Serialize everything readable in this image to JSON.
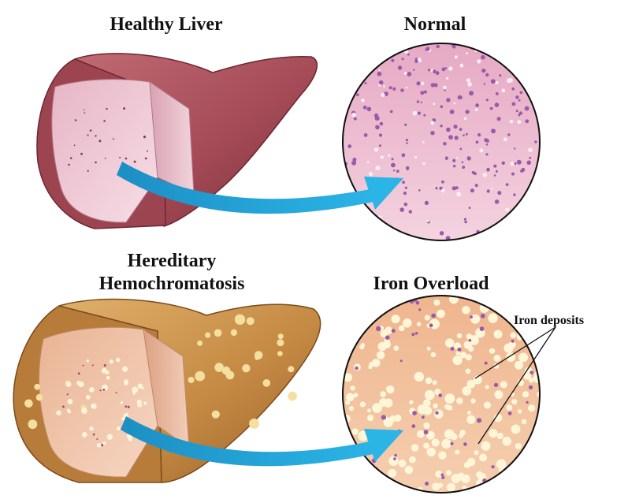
{
  "labels": {
    "healthy_liver": "Healthy Liver",
    "normal": "Normal",
    "hereditary_line1": "Hereditary",
    "hereditary_line2": "Hemochromatosis",
    "iron_overload": "Iron Overload",
    "iron_deposits": "Iron deposits"
  },
  "colors": {
    "healthy_liver": "#a8545e",
    "healthy_cut": "#f0cfd8",
    "normal_tissue": "#ecb8cd",
    "normal_dots": "#9a5aa8",
    "diseased_liver": "#c98f4a",
    "diseased_cut": "#f3c9b0",
    "overload_tissue": "#f2c29d",
    "iron_spots": "#fff6d8",
    "arrow": "#21a3d6"
  },
  "icons": {
    "healthy_liver": "liver-illustration",
    "diseased_liver": "liver-illustration",
    "normal_view": "magnified-tissue-circle",
    "overload_view": "magnified-tissue-circle",
    "arrows": "curved-arrow"
  }
}
